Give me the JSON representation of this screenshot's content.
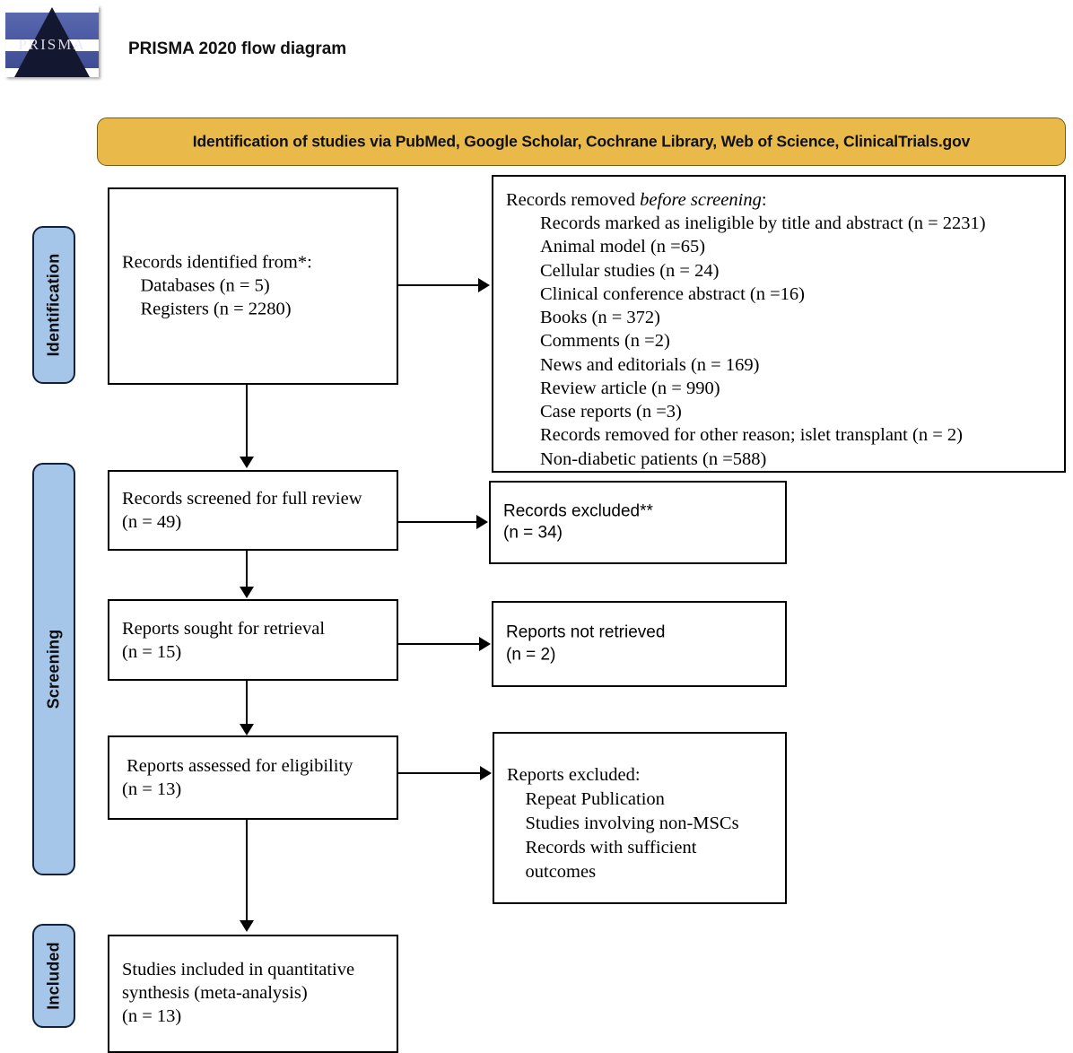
{
  "header": {
    "logo_word": "PRISMA",
    "title": "PRISMA 2020 flow diagram"
  },
  "banner": {
    "text": "Identification of studies via PubMed, Google Scholar, Cochrane Library, Web of Science, ClinicalTrials.gov",
    "bg_color": "#e9b949",
    "border_color": "#7a5c10"
  },
  "stage_labels": {
    "identification": "Identification",
    "screening": "Screening",
    "included": "Included",
    "bg_color": "#a5c5e9",
    "border_color": "#12223a"
  },
  "boxes": {
    "identified": {
      "line1": "Records identified from*:",
      "line2": "    Databases (n = 5)",
      "line3": "    Registers (n = 2280)"
    },
    "removed": {
      "title_prefix": "Records removed ",
      "title_italic": "before screening",
      "title_suffix": ":",
      "items": [
        "Records marked as ineligible by title and abstract (n = 2231)",
        "Animal model (n =65)",
        "Cellular studies (n = 24)",
        "Clinical conference abstract (n =16)",
        "Books (n = 372)",
        "Comments (n =2)",
        "News and editorials (n = 169)",
        "Review article (n = 990)",
        "Case reports (n =3)",
        "Records removed for other reason; islet transplant (n = 2)",
        "Non-diabetic patients (n =588)"
      ]
    },
    "screened": {
      "line1": "Records screened for full review",
      "line2": "(n = 49)"
    },
    "excluded": {
      "line1": "Records excluded**",
      "line2": "(n = 34)"
    },
    "sought": {
      "line1": "Reports sought for retrieval",
      "line2": "(n = 15)"
    },
    "not_retrieved": {
      "line1": "Reports not retrieved",
      "line2": "(n = 2)"
    },
    "assessed": {
      "line1": " Reports assessed for eligibility",
      "line2": "(n = 13)"
    },
    "reports_excluded": {
      "line1": "Reports excluded:",
      "line2": "    Repeat Publication",
      "line3": "    Studies involving non-MSCs",
      "line4": "    Records with sufficient",
      "line5": "    outcomes"
    },
    "included": {
      "line1": "Studies included in quantitative",
      "line2": "synthesis (meta-analysis)",
      "line3": "(n = 13)"
    }
  }
}
